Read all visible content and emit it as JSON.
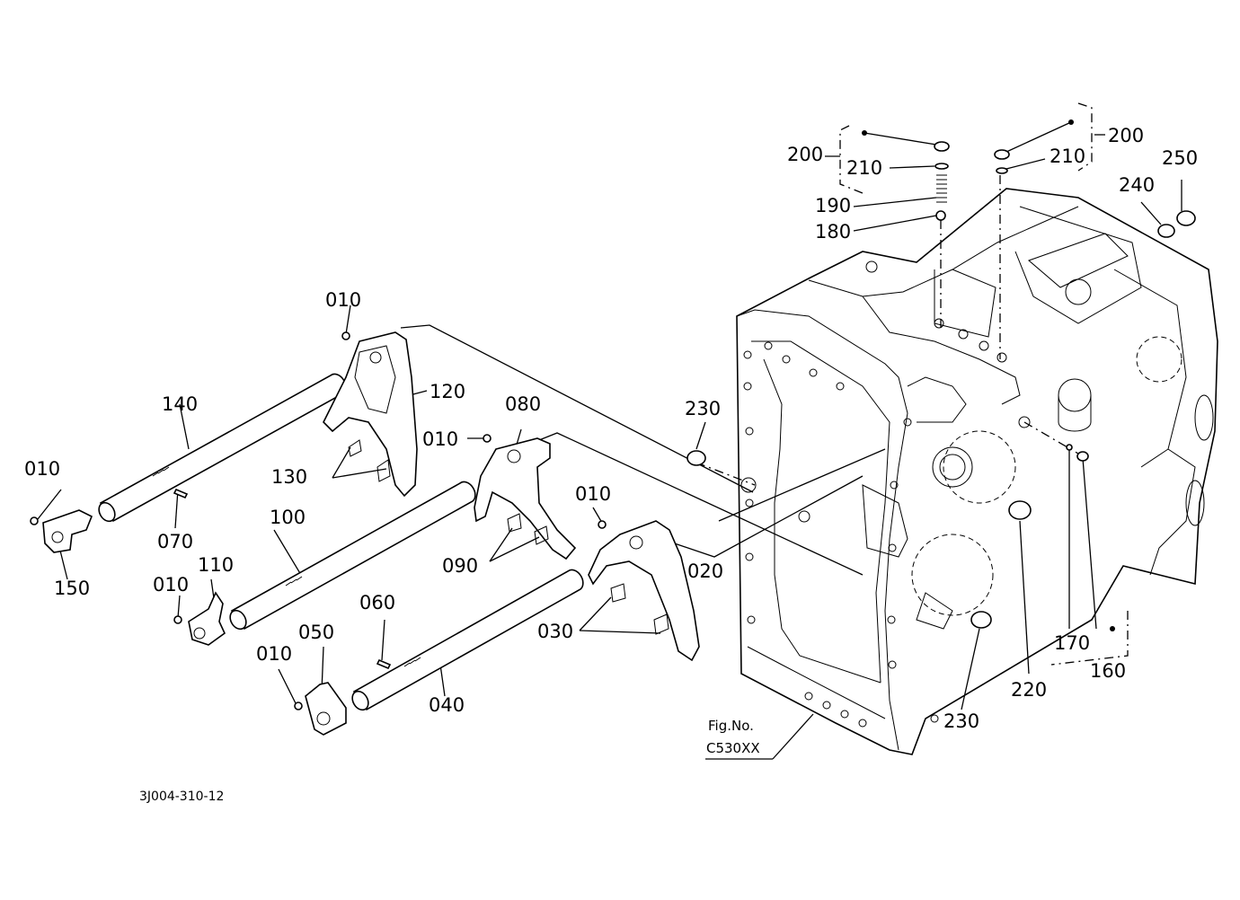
{
  "labels": {
    "p010_a": "010",
    "p010_b": "010",
    "p010_c": "010",
    "p010_d": "010",
    "p010_e": "010",
    "p010_f": "010",
    "p020": "020",
    "p030": "030",
    "p040": "040",
    "p050": "050",
    "p060": "060",
    "p070": "070",
    "p080": "080",
    "p090": "090",
    "p100": "100",
    "p110": "110",
    "p120": "120",
    "p130": "130",
    "p140": "140",
    "p150": "150",
    "p160": "160",
    "p170": "170",
    "p180": "180",
    "p190": "190",
    "p200_a": "200",
    "p200_b": "200",
    "p210_a": "210",
    "p210_b": "210",
    "p220": "220",
    "p230_a": "230",
    "p230_b": "230",
    "p240": "240",
    "p250": "250"
  },
  "figure": {
    "line1": "Fig.No.",
    "line2": "C530XX"
  },
  "drawing_code": "3J004-310-12"
}
